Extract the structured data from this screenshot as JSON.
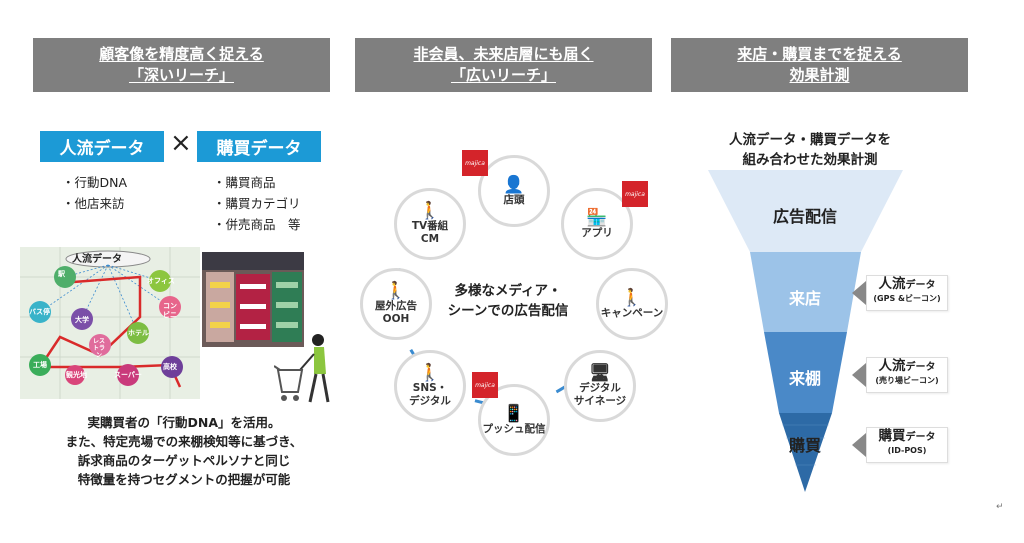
{
  "headers": [
    {
      "line1": "顧客像を精度高く捉える",
      "line2": "「深いリーチ」"
    },
    {
      "line1": "非会員、未来店層にも届く",
      "line2": "「広いリーチ」"
    },
    {
      "line1": "来店・購買までを捉える",
      "line2": "効果計測"
    }
  ],
  "left": {
    "box1": "人流データ",
    "times": "×",
    "box2": "購買データ",
    "bullets1": [
      "・行動DNA",
      "・他店来訪"
    ],
    "bullets2": [
      "・購買商品",
      "・購買カテゴリ",
      "・併売商品　等"
    ],
    "map": {
      "db_label": "人流データ",
      "pins": [
        "駅",
        "オフィス",
        "コンビニ",
        "バス停",
        "大学",
        "レストラン",
        "ホテル",
        "工場",
        "観光地",
        "スーパー",
        "高校"
      ]
    },
    "caption": [
      "実購買者の「行動DNA」を活用。",
      "また、特定売場での来棚検知等に基づき、",
      "訴求商品のターゲットペルソナと同じ",
      "特徴量を持つセグメントの把握が可能"
    ]
  },
  "middle": {
    "center": [
      "多様なメディア・",
      "シーンでの広告配信"
    ],
    "media": [
      {
        "label": "店頭",
        "icon": "person-display-icon"
      },
      {
        "label": "アプリ",
        "icon": "store-icon"
      },
      {
        "label": "キャンペーン",
        "icon": "person-booth-icon"
      },
      {
        "label": "デジタル\nサイネージ",
        "icon": "signage-icon"
      },
      {
        "label": "プッシュ配信",
        "icon": "phone-hand-icon"
      },
      {
        "label": "SNS・\nデジタル",
        "icon": "person-phone-icon"
      },
      {
        "label": "屋外広告\nOOH",
        "icon": "billboard-icon"
      },
      {
        "label": "TV番組\nCM",
        "icon": "person-walking-icon"
      }
    ],
    "majica_label": "majica"
  },
  "right": {
    "title": [
      "人流データ・購買データを",
      "組み合わせた効果計測"
    ],
    "stages": [
      "広告配信",
      "来店",
      "来棚",
      "購買"
    ],
    "tags": [
      {
        "main": "人流",
        "small": "データ",
        "sub": "(GPS &ビーコン)"
      },
      {
        "main": "人流",
        "small": "データ",
        "sub": "(売り場ビーコン)"
      },
      {
        "main": "購買",
        "small": "データ",
        "sub": "(ID-POS)"
      }
    ],
    "colors": {
      "stage1": "#dde9f6",
      "stage2": "#9cc3e8",
      "stage3": "#4a89c8",
      "stage4": "#2d6aa6"
    }
  },
  "corner_mark": "↵"
}
